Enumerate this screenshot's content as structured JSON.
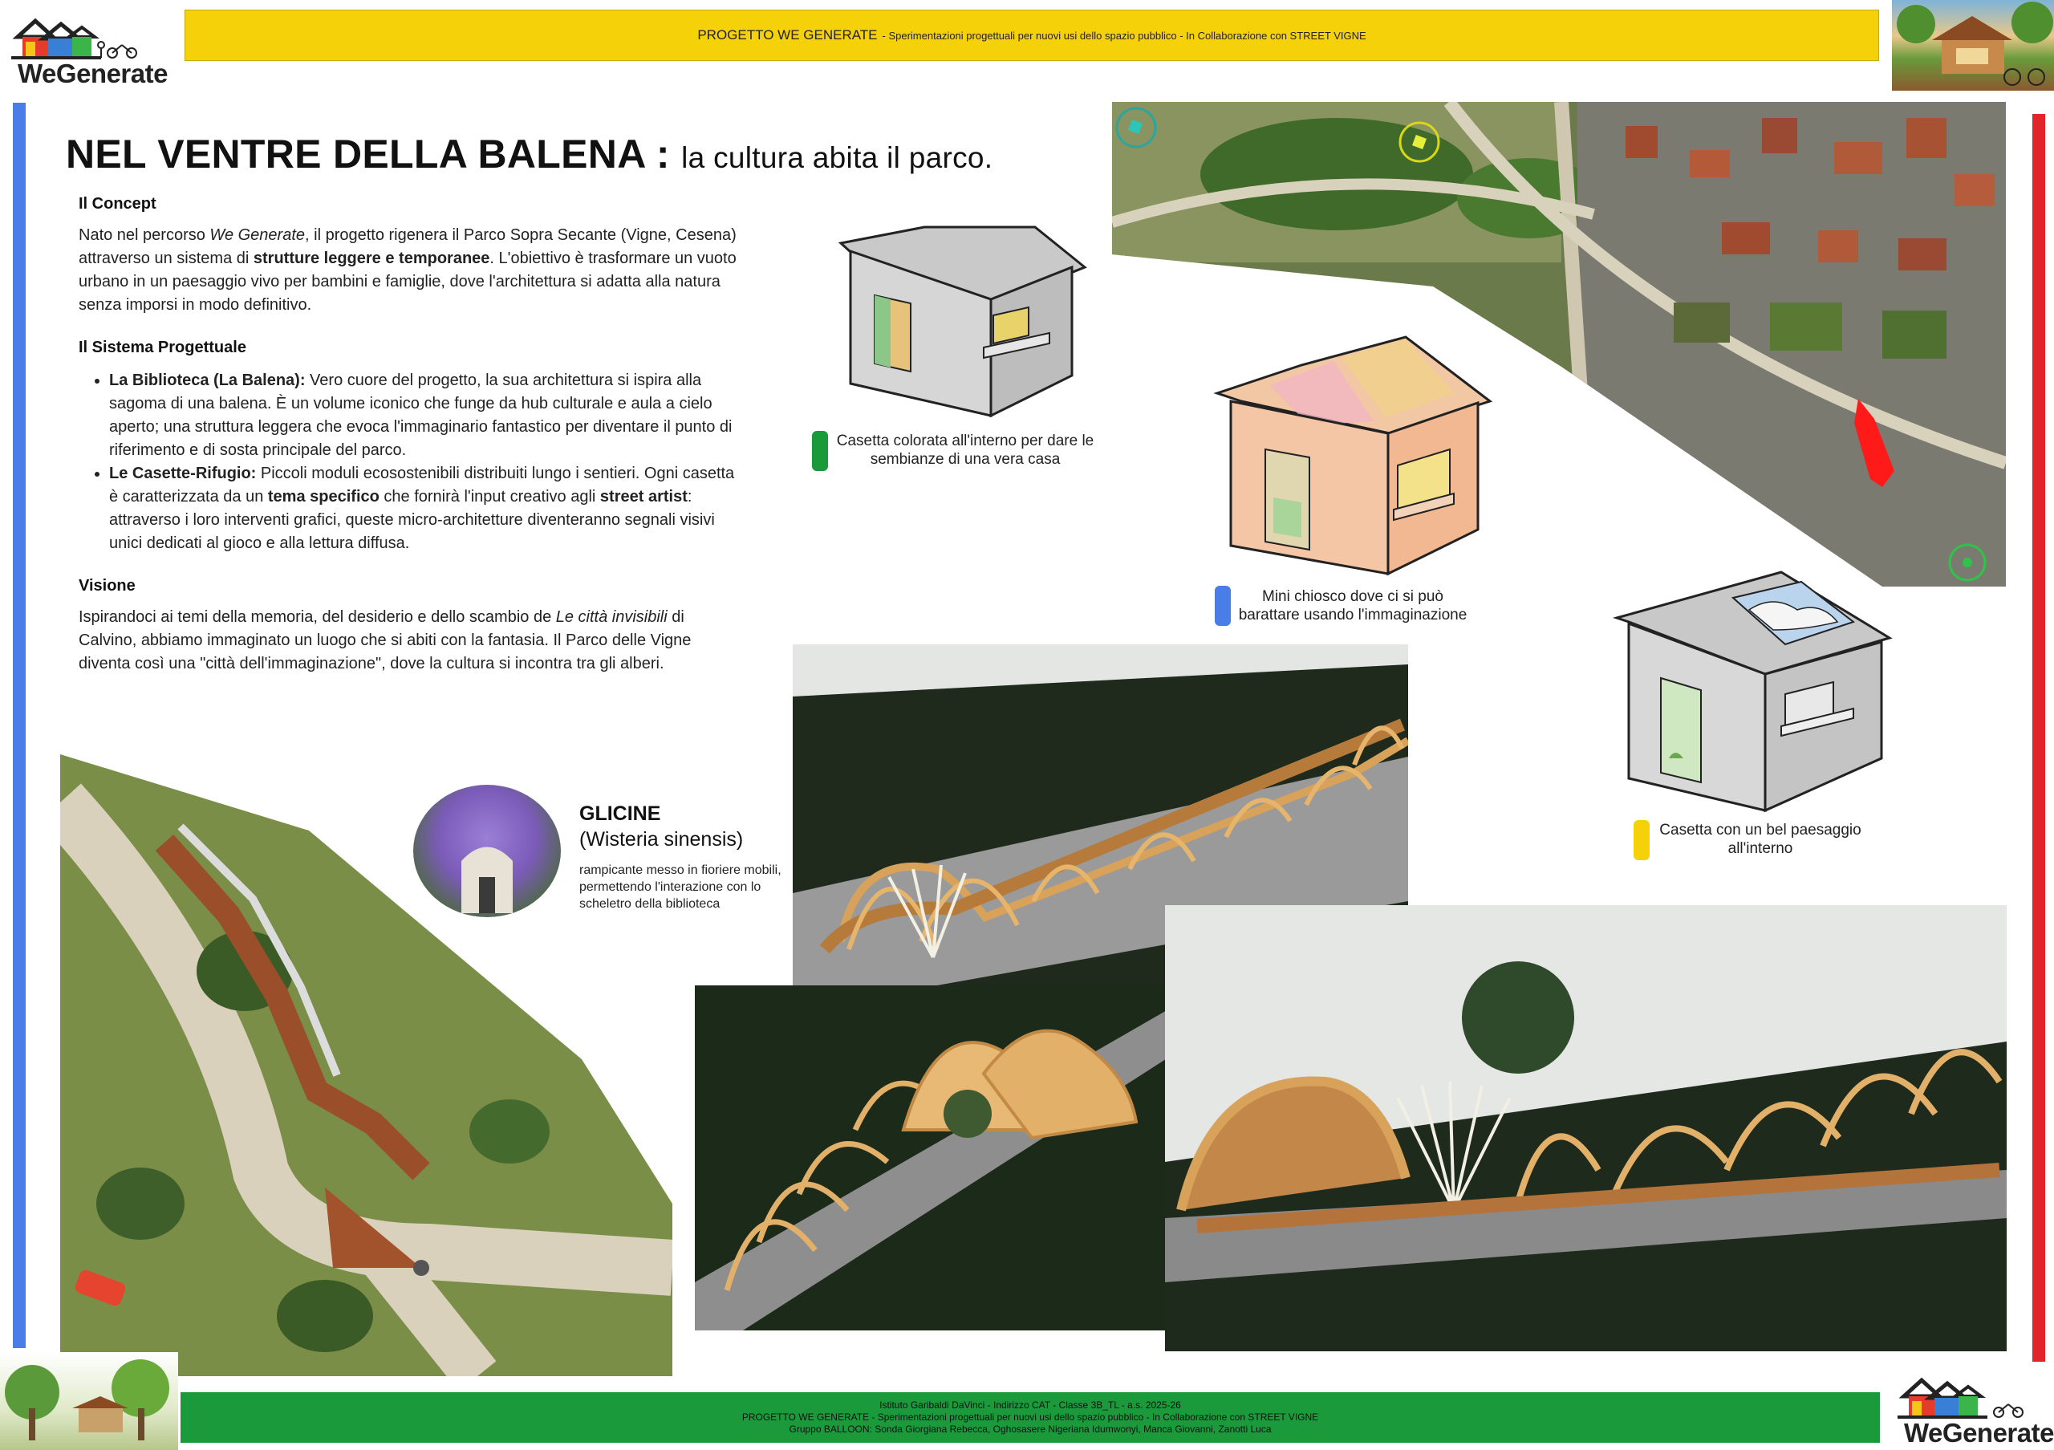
{
  "header": {
    "project": "PROGETTO  WE GENERATE",
    "subtitle": "- Sperimentazioni progettuali per nuovi usi dello spazio pubblico - In Collaborazione con STREET VIGNE"
  },
  "logo": {
    "word": "WeGenerate"
  },
  "title": {
    "main": "NEL VENTRE DELLA BALENA :",
    "sub": "la cultura abita il parco."
  },
  "concept": {
    "heading": "Il Concept",
    "p_before": "Nato nel percorso ",
    "p_italic": "We Generate",
    "p_mid": ", il progetto rigenera il Parco Sopra Secante (Vigne, Cesena) attraverso un sistema di ",
    "p_bold": "strutture leggere e temporanee",
    "p_after": ". L'obiettivo è trasformare un vuoto urbano in un paesaggio vivo per bambini e famiglie, dove l'architettura si adatta alla natura senza imporsi in modo definitivo."
  },
  "sistema": {
    "heading": "Il Sistema Progettuale",
    "item1_bold": "La Biblioteca (La Balena):",
    "item1_text": " Vero cuore del progetto, la sua architettura si ispira alla sagoma di una balena. È un volume iconico che funge da hub culturale e aula a cielo aperto; una struttura leggera che evoca l'immaginario fantastico per diventare il punto di riferimento e di sosta principale del parco.",
    "item2_bold": "Le Casette-Rifugio:",
    "item2_text1": " Piccoli moduli ecosostenibili distribuiti lungo i sentieri. Ogni casetta è caratterizzata da un ",
    "item2_bold2": "tema specifico",
    "item2_text2": " che fornirà l'input creativo agli ",
    "item2_bold3": "street artist",
    "item2_text3": ": attraverso i loro interventi grafici, queste micro-architetture diventeranno segnali visivi unici dedicati al gioco e alla lettura diffusa."
  },
  "visione": {
    "heading": "Visione",
    "p_before": "Ispirandoci ai temi della memoria, del desiderio e dello scambio de ",
    "p_italic": "Le città invisibili",
    "p_after": " di Calvino, abbiamo immaginato un luogo che si abiti con la fantasia. Il Parco delle Vigne diventa così una \"città dell'immaginazione\", dove la cultura si incontra tra gli alberi."
  },
  "captions": {
    "green": "Casetta colorata all'interno per dare le sembianze di una vera casa",
    "blue": "Mini chiosco dove ci si può barattare usando l'immaginazione",
    "yellow": "Casetta con un bel paesaggio all'interno"
  },
  "glicine": {
    "title": "GLICINE",
    "latin": "(Wisteria sinensis)",
    "desc": "rampicante messo in fioriere mobili, permettendo l'interazione con lo scheletro della biblioteca"
  },
  "footer": {
    "line1": "Istituto Garibaldi DaVinci - Indirizzo CAT - Classe 3B_TL - a.s. 2025-26",
    "line2": "PROGETTO  WE GENERATE - Sperimentazioni progettuali per nuovi usi dello spazio pubblico - In Collaborazione con STREET VIGNE",
    "line3": "Gruppo BALLOON: Sonda Giorgiana Rebecca, Oghosasere Nigeriana Idumwonyi, Manca Giovanni, Zanotti Luca"
  },
  "colors": {
    "yellow": "#f5d10a",
    "green": "#1a9a3a",
    "blue": "#4a7de8",
    "red": "#e0252b"
  }
}
